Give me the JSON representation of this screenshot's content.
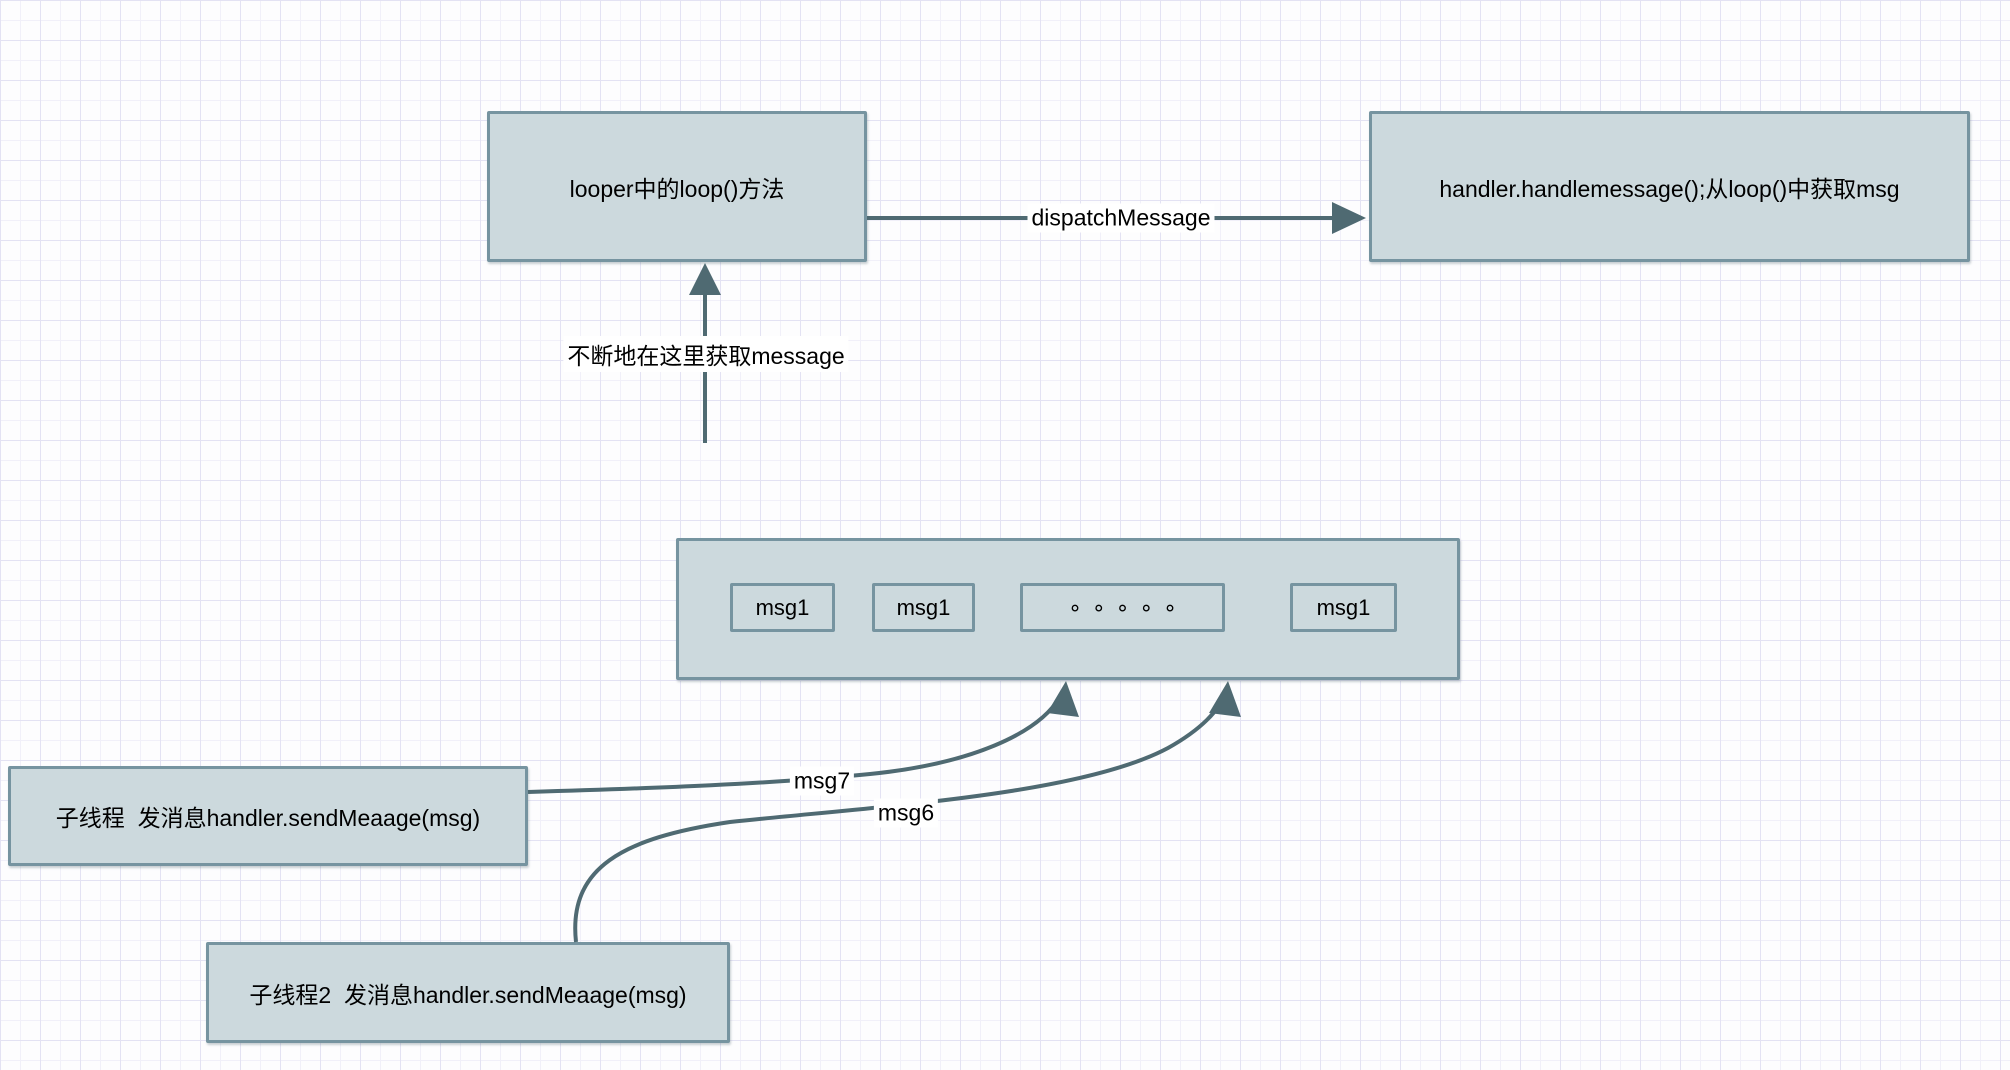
{
  "diagram": {
    "nodes": {
      "looper": "looper中的loop()方法",
      "handler": "handler.handlemessage();从loop()中获取msg",
      "thread1": "子线程  发消息handler.sendMeaage(msg)",
      "thread2": "子线程2  发消息handler.sendMeaage(msg)",
      "queue_items": [
        "msg1",
        "msg1",
        "∘∘∘∘∘",
        "msg1"
      ]
    },
    "edge_labels": {
      "dispatch": "dispatchMessage",
      "loop_fetch": "不断地在这里获取message",
      "msg7": "msg7",
      "msg6": "msg6"
    },
    "colors": {
      "background": "#fdfdfe",
      "grid_minor": "#f1f0f9",
      "grid_major": "#e3e2f3",
      "node_fill": "#ccd9dd",
      "node_border": "#7694a0",
      "connector": "#4f6a72",
      "text": "#000000"
    }
  }
}
